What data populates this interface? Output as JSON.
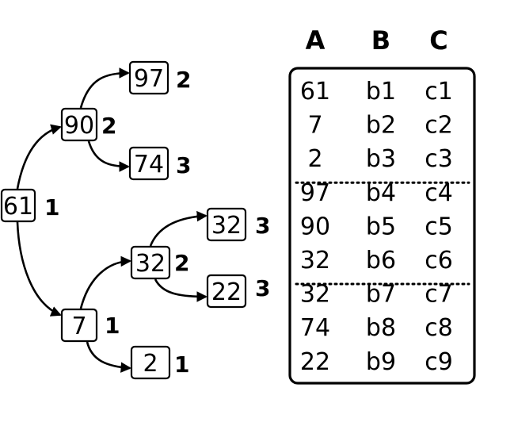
{
  "tree": {
    "nodes": [
      {
        "id": "n61",
        "value": "61",
        "level": "1"
      },
      {
        "id": "n90",
        "value": "90",
        "level": "2"
      },
      {
        "id": "n97",
        "value": "97",
        "level": "2"
      },
      {
        "id": "n74",
        "value": "74",
        "level": "3"
      },
      {
        "id": "n7",
        "value": "7",
        "level": "1"
      },
      {
        "id": "n32a",
        "value": "32",
        "level": "2"
      },
      {
        "id": "n32b",
        "value": "32",
        "level": "3"
      },
      {
        "id": "n22",
        "value": "22",
        "level": "3"
      },
      {
        "id": "n2",
        "value": "2",
        "level": "1"
      }
    ],
    "edges": [
      {
        "from": "n61",
        "to": "n90"
      },
      {
        "from": "n61",
        "to": "n7"
      },
      {
        "from": "n90",
        "to": "n97"
      },
      {
        "from": "n90",
        "to": "n74"
      },
      {
        "from": "n7",
        "to": "n32a"
      },
      {
        "from": "n7",
        "to": "n2"
      },
      {
        "from": "n32a",
        "to": "n32b"
      },
      {
        "from": "n32a",
        "to": "n22"
      }
    ]
  },
  "table": {
    "headers": [
      "A",
      "B",
      "C"
    ],
    "rows": [
      [
        "61",
        "b1",
        "c1"
      ],
      [
        "7",
        "b2",
        "c2"
      ],
      [
        "2",
        "b3",
        "c3"
      ],
      [
        "97",
        "b4",
        "c4"
      ],
      [
        "90",
        "b5",
        "c5"
      ],
      [
        "32",
        "b6",
        "c6"
      ],
      [
        "32",
        "b7",
        "c7"
      ],
      [
        "74",
        "b8",
        "c8"
      ],
      [
        "22",
        "b9",
        "c9"
      ]
    ],
    "separators_after_rows": [
      3,
      6
    ]
  }
}
